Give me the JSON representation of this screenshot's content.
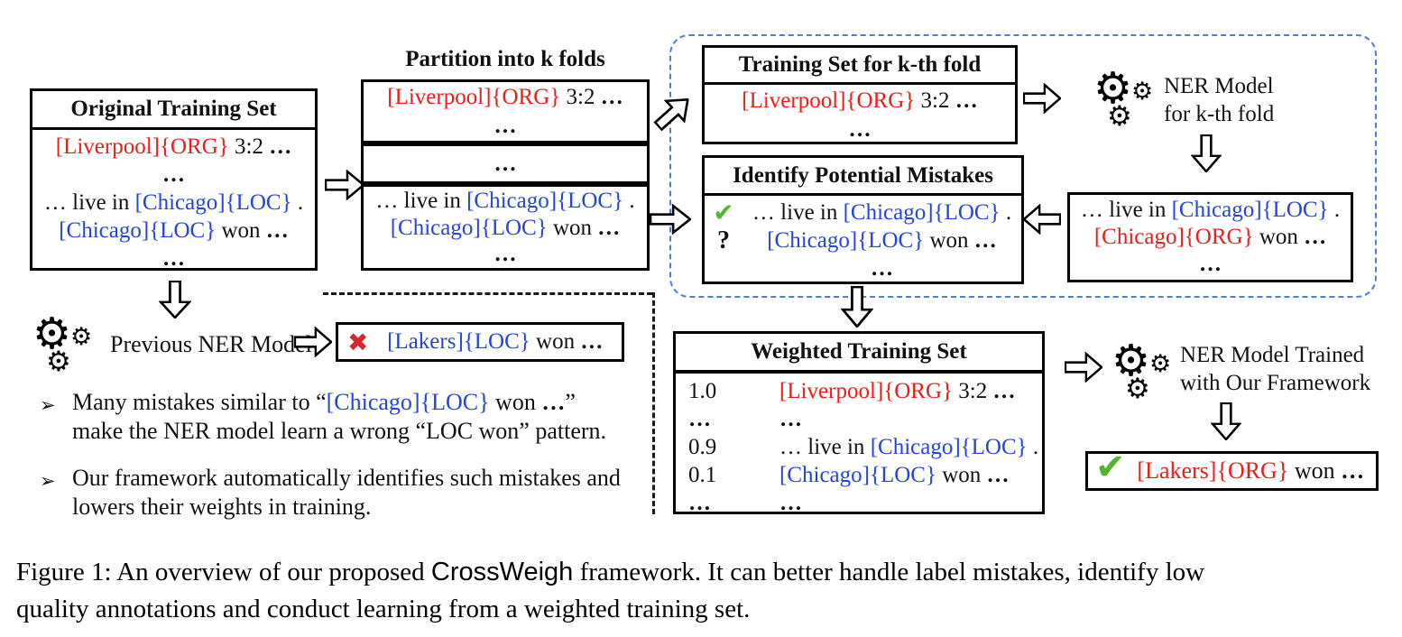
{
  "colors": {
    "entity_red": "#ed1c16",
    "entity_blue": "#2543de",
    "check_green": "#53b42e",
    "cross_red": "#d8262e",
    "dashed_border_blue": "#4a7fd4",
    "dashed_divider_black": "#1a1a1a"
  },
  "marks": {
    "check": "✔",
    "question": "?",
    "cross": "✖",
    "bullet_arrow": "➢"
  },
  "lines": {
    "liv": [
      {
        "t": "[Liverpool]{ORG}",
        "c": "r"
      },
      {
        "t": " 3:2 ",
        "c": "k"
      },
      {
        "t": "…",
        "c": "k",
        "bold": true
      }
    ],
    "dots": [
      {
        "t": "…",
        "c": "k",
        "bold": true
      }
    ],
    "livein": [
      {
        "t": "… live in ",
        "c": "k"
      },
      {
        "t": "[Chicago]{LOC}",
        "c": "b"
      },
      {
        "t": " .",
        "c": "k"
      }
    ],
    "chiwon": [
      {
        "t": "[Chicago]{LOC}",
        "c": "b"
      },
      {
        "t": " won ",
        "c": "k"
      },
      {
        "t": "…",
        "c": "k",
        "bold": true
      }
    ],
    "chiorg": [
      {
        "t": "[Chicago]{ORG}",
        "c": "r"
      },
      {
        "t": " won ",
        "c": "k"
      },
      {
        "t": "…",
        "c": "k",
        "bold": true
      }
    ],
    "lakloc": [
      {
        "t": "[Lakers]{LOC}",
        "c": "b"
      },
      {
        "t": " won ",
        "c": "k"
      },
      {
        "t": "…",
        "c": "k",
        "bold": true
      }
    ],
    "lakorg": [
      {
        "t": "[Lakers]{ORG}",
        "c": "r"
      },
      {
        "t": " won ",
        "c": "k"
      },
      {
        "t": "…",
        "c": "k",
        "bold": true
      }
    ]
  },
  "boxes": {
    "original": {
      "title": "Original Training Set"
    },
    "partition": {
      "title": "Partition into k folds"
    },
    "kfold": {
      "title": "Training Set for k-th fold"
    },
    "identify": {
      "title": "Identify Potential Mistakes"
    },
    "weighted": {
      "title": "Weighted Training Set",
      "weights": [
        "1.0",
        "…",
        "0.9",
        "0.1",
        "…"
      ]
    }
  },
  "labels": {
    "ner_kfold_1": "NER Model",
    "ner_kfold_2": "for k-th fold",
    "prev_model": "Previous NER Model",
    "ner_final_1": "NER Model Trained",
    "ner_final_2": "with Our Framework"
  },
  "bullets": {
    "b1_l1": [
      {
        "t": "Many mistakes similar to “",
        "c": "k"
      },
      {
        "t": "[Chicago]{LOC}",
        "c": "b"
      },
      {
        "t": " won ",
        "c": "k"
      },
      {
        "t": "…",
        "c": "k",
        "bold": true
      },
      {
        "t": "”",
        "c": "k"
      }
    ],
    "b1_l2": [
      {
        "t": "make the NER model learn a wrong “LOC won” pattern.",
        "c": "k"
      }
    ],
    "b2_l1": [
      {
        "t": "Our framework automatically identifies such mistakes and",
        "c": "k"
      }
    ],
    "b2_l2": [
      {
        "t": "lowers their weights in training.",
        "c": "k"
      }
    ]
  },
  "caption": {
    "l1": [
      {
        "t": "Figure 1: An overview of our proposed ",
        "c": "k"
      },
      {
        "t": "CrossWeigh",
        "c": "k",
        "sans": true
      },
      {
        "t": " framework. It can better handle label mistakes, identify low",
        "c": "k"
      }
    ],
    "l2": [
      {
        "t": "quality annotations and conduct learning from a weighted training set.",
        "c": "k"
      }
    ]
  }
}
